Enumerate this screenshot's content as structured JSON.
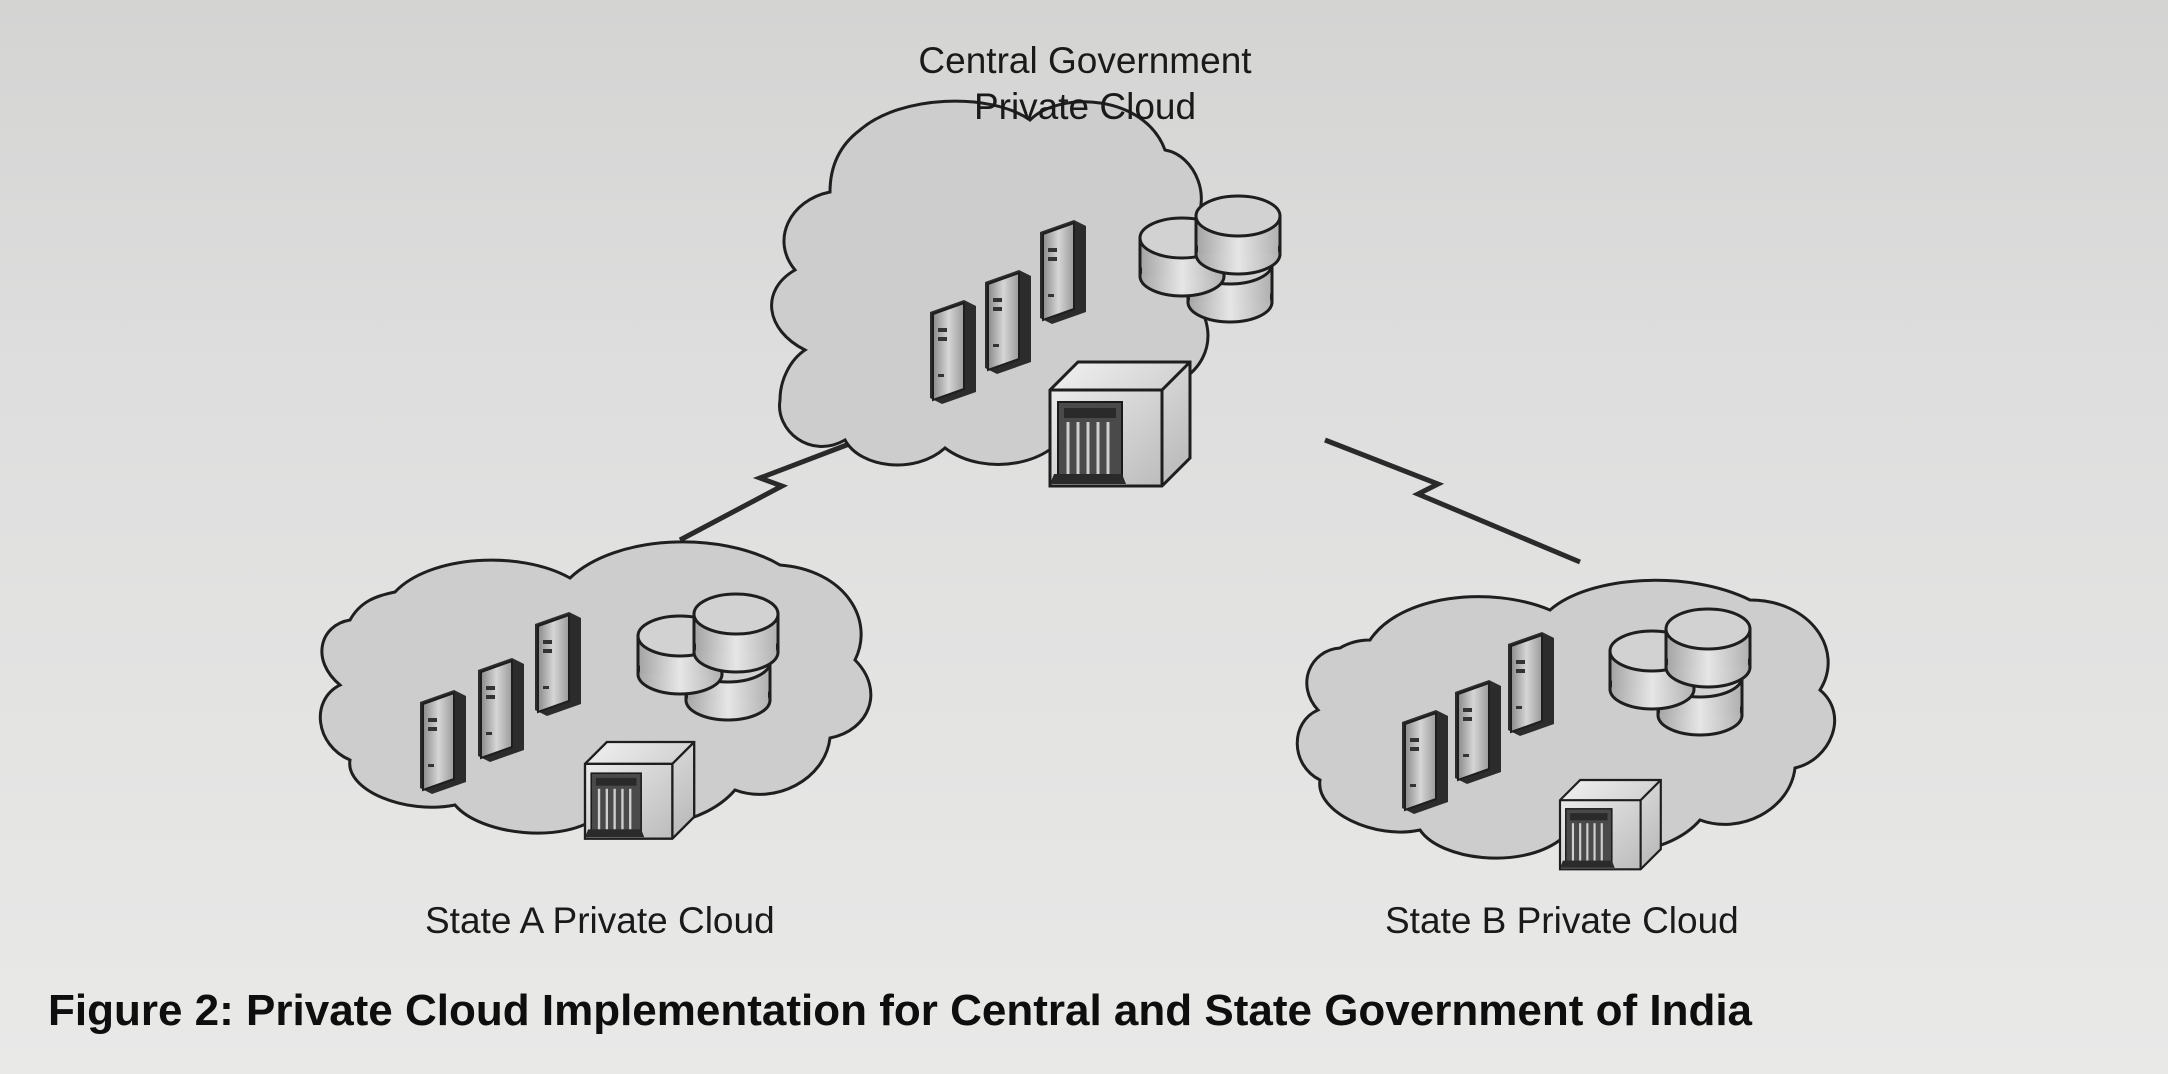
{
  "clouds": {
    "central": {
      "line1": "Central Government",
      "line2": "Private Cloud"
    },
    "state_a": {
      "label": "State A Private Cloud"
    },
    "state_b": {
      "label": "State B Private Cloud"
    }
  },
  "caption": "Figure 2: Private Cloud Implementation for Central and State Government of India",
  "colors": {
    "cloud_fill": "#cfcfcf",
    "outline": "#1c1c1c",
    "background": "#dedede"
  }
}
